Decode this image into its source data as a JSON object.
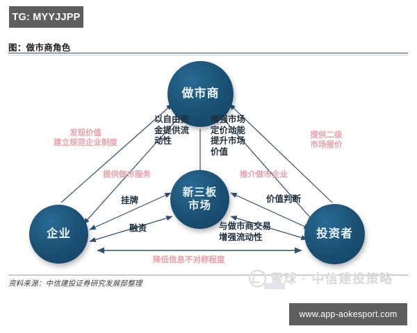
{
  "badge": {
    "text": "TG: MYYJJPP"
  },
  "figure": {
    "title": "图：做市商角色",
    "source": "资料来源：中信建投证券研究发展部整理"
  },
  "nodes": {
    "market_maker": "做市商",
    "nee_board": "新三板\n市场",
    "enterprise": "企业",
    "investor": "投资者"
  },
  "labels": {
    "free_capital": "以自由资\n金提供流\n动性",
    "pricing_power": "增强市场\n定价动能\n提升市场\n价值",
    "discover_value": "发现价值\n建立规范企业制度",
    "secondary_quote": "提供二级\n市场报价",
    "provide_mm_service": "提供做市服务",
    "promote_mm_firms": "推介做市企业",
    "listing": "挂牌",
    "financing": "融资",
    "value_judgement": "价值判断",
    "trade_with_mm": "与做市商交易\n增强流动性",
    "reduce_asymmetry": "降低信息不对称程度"
  },
  "watermark": {
    "text": "雪球 · 中信建投策略"
  },
  "url_banner": {
    "text": "www.app-aokesport.com"
  },
  "colors": {
    "node_fill": "#1b5275",
    "red_label": "#e8a0a8",
    "dark_label": "#20303d",
    "arrow": "#2f4f6f",
    "badge_bg": "#5e5e5e",
    "rule": "#2f4f6f"
  }
}
